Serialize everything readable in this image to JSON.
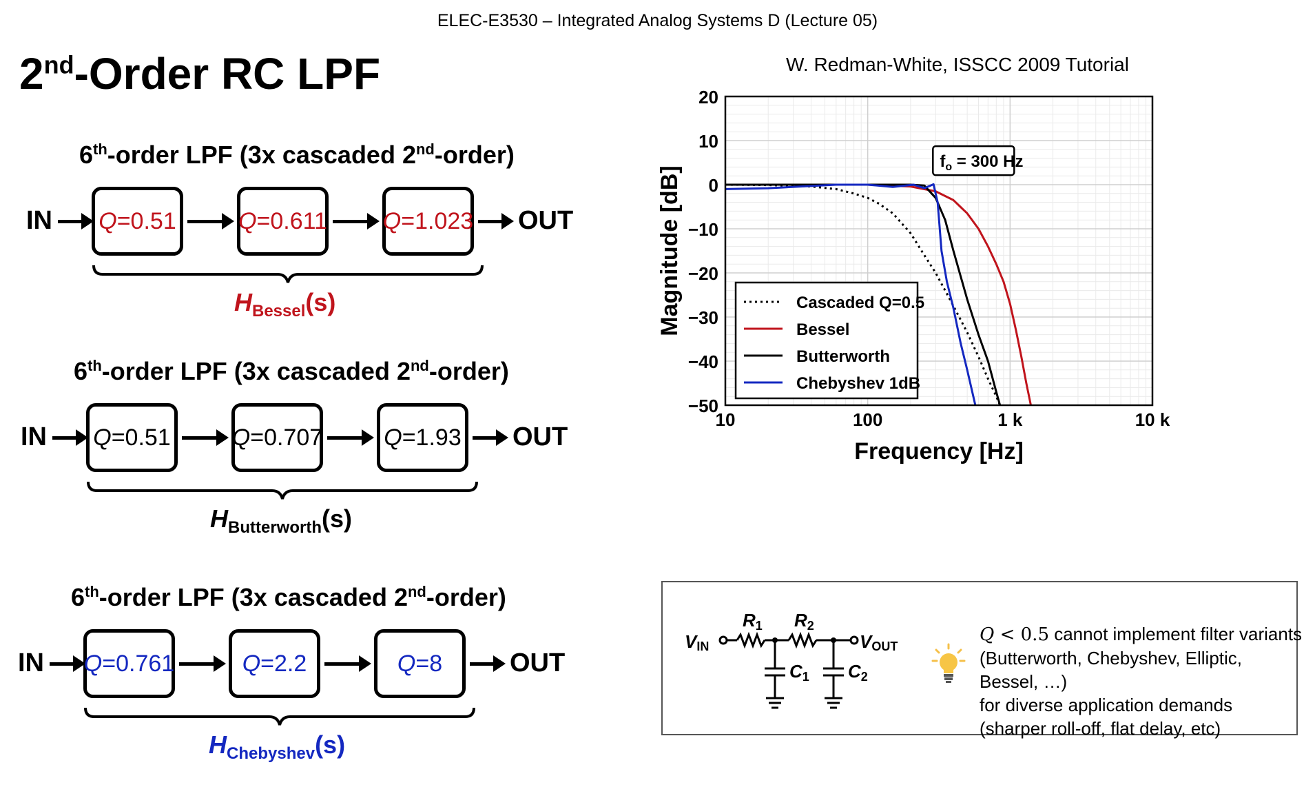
{
  "header": "ELEC-E3530 – Integrated Analog Systems D (Lecture 05)",
  "title": {
    "prefix": "2",
    "sup": "nd",
    "rest": "-Order RC LPF"
  },
  "cascades": [
    {
      "title": {
        "a": "6",
        "sup1": "th",
        "b": "-order LPF (3x cascaded 2",
        "sup2": "nd",
        "c": "-order)"
      },
      "in": "IN",
      "out": "OUT",
      "boxes": [
        {
          "q": "Q",
          "val": "=0.51"
        },
        {
          "q": "Q",
          "val": "=0.611"
        },
        {
          "q": "Q",
          "val": "=1.023"
        }
      ],
      "h": "H",
      "hsub": "Bessel",
      "hs": "(s)",
      "color": "#c0141c"
    },
    {
      "title": {
        "a": "6",
        "sup1": "th",
        "b": "-order LPF (3x cascaded 2",
        "sup2": "nd",
        "c": "-order)"
      },
      "in": "IN",
      "out": "OUT",
      "boxes": [
        {
          "q": "Q",
          "val": "=0.51"
        },
        {
          "q": "Q",
          "val": "=0.707"
        },
        {
          "q": "Q",
          "val": "=1.93"
        }
      ],
      "h": "H",
      "hsub": "Butterworth",
      "hs": "(s)",
      "color": "#000000"
    },
    {
      "title": {
        "a": "6",
        "sup1": "th",
        "b": "-order LPF (3x cascaded 2",
        "sup2": "nd",
        "c": "-order)"
      },
      "in": "IN",
      "out": "OUT",
      "boxes": [
        {
          "q": "Q",
          "val": "=0.761"
        },
        {
          "q": "Q",
          "val": "=2.2"
        },
        {
          "q": "Q",
          "val": "=8"
        }
      ],
      "h": "H",
      "hsub": "Chebyshev",
      "hs": "(s)",
      "color": "#1428c0"
    }
  ],
  "chart_credit": "W. Redman-White, ISSCC 2009 Tutorial",
  "chart_data": {
    "type": "line",
    "xlabel": "Frequency [Hz]",
    "ylabel": "Magnitude [dB]",
    "xscale": "log",
    "xlim": [
      10,
      10000
    ],
    "ylim": [
      -50,
      20
    ],
    "x_ticks": [
      10,
      100,
      1000,
      10000
    ],
    "x_tick_labels": [
      "10",
      "100",
      "1 k",
      "10 k"
    ],
    "y_ticks": [
      20,
      10,
      0,
      -10,
      -20,
      -30,
      -40,
      -50
    ],
    "y_tick_labels": [
      "20",
      "10",
      "0",
      "−10",
      "−20",
      "−30",
      "−40",
      "−50"
    ],
    "grid": true,
    "legend_position": "bottom-left",
    "annotation": {
      "f": "f",
      "sub": "o",
      "rest": " = 300 Hz"
    },
    "series": [
      {
        "name": "Cascaded Q=0.5",
        "color": "#000000",
        "dash": "dotted",
        "points": [
          [
            10,
            0
          ],
          [
            20,
            -0.1
          ],
          [
            40,
            -0.4
          ],
          [
            60,
            -1.0
          ],
          [
            80,
            -2.0
          ],
          [
            100,
            -3.0
          ],
          [
            120,
            -4.3
          ],
          [
            150,
            -6.5
          ],
          [
            200,
            -11
          ],
          [
            250,
            -16
          ],
          [
            300,
            -20
          ],
          [
            350,
            -24
          ],
          [
            400,
            -27.5
          ],
          [
            500,
            -33.5
          ],
          [
            600,
            -39
          ],
          [
            700,
            -44
          ],
          [
            800,
            -48
          ],
          [
            850,
            -50
          ]
        ]
      },
      {
        "name": "Bessel",
        "color": "#c0141c",
        "dash": "solid",
        "points": [
          [
            10,
            0
          ],
          [
            100,
            0
          ],
          [
            200,
            -0.4
          ],
          [
            300,
            -1.5
          ],
          [
            400,
            -3.5
          ],
          [
            500,
            -6.5
          ],
          [
            600,
            -10
          ],
          [
            700,
            -14
          ],
          [
            800,
            -18
          ],
          [
            900,
            -22
          ],
          [
            1000,
            -27
          ],
          [
            1100,
            -33
          ],
          [
            1200,
            -39
          ],
          [
            1300,
            -45
          ],
          [
            1400,
            -50
          ]
        ]
      },
      {
        "name": "Butterworth",
        "color": "#000000",
        "dash": "solid",
        "points": [
          [
            10,
            0
          ],
          [
            100,
            0
          ],
          [
            200,
            0
          ],
          [
            250,
            -0.2
          ],
          [
            300,
            -3
          ],
          [
            350,
            -8
          ],
          [
            400,
            -15
          ],
          [
            500,
            -26
          ],
          [
            600,
            -34
          ],
          [
            700,
            -40
          ],
          [
            800,
            -47
          ],
          [
            850,
            -50
          ]
        ]
      },
      {
        "name": "Chebyshev 1dB",
        "color": "#1428c0",
        "dash": "solid",
        "points": [
          [
            10,
            -1
          ],
          [
            20,
            -0.8
          ],
          [
            40,
            -0.3
          ],
          [
            60,
            0
          ],
          [
            100,
            0
          ],
          [
            150,
            -0.5
          ],
          [
            210,
            0
          ],
          [
            250,
            -0.8
          ],
          [
            290,
            0.1
          ],
          [
            310,
            -4
          ],
          [
            330,
            -15
          ],
          [
            360,
            -22
          ],
          [
            400,
            -28
          ],
          [
            450,
            -36
          ],
          [
            500,
            -42
          ],
          [
            570,
            -50
          ]
        ]
      }
    ]
  },
  "circuit": {
    "vin": "V",
    "vin_sub": "IN",
    "vout": "V",
    "vout_sub": "OUT",
    "r1": "R",
    "r1_sub": "1",
    "r2": "R",
    "r2_sub": "2",
    "c1": "C",
    "c1_sub": "1",
    "c2": "C",
    "c2_sub": "2"
  },
  "note": {
    "q": "Q",
    "lt": " < 0.5",
    "line1": " cannot implement filter variants",
    "line2": "(Butterworth, Chebyshev, Elliptic, Bessel, …)",
    "line3": "for diverse application demands",
    "line4": "(sharper roll-off, flat delay, etc)"
  }
}
